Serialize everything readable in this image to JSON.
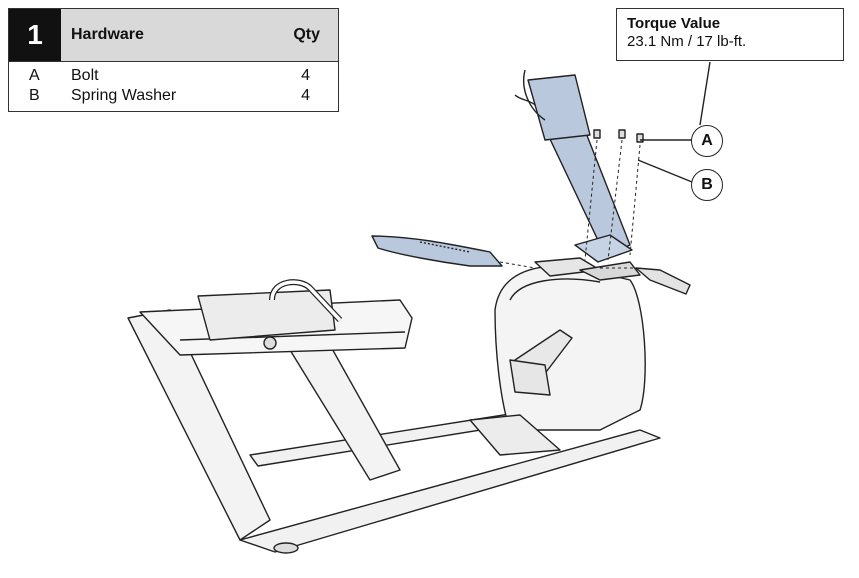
{
  "step_number": "1",
  "hardware_table": {
    "header": "Hardware",
    "qty_header": "Qty",
    "rows": [
      {
        "key": "A",
        "name": "Bolt",
        "qty": "4"
      },
      {
        "key": "B",
        "name": "Spring Washer",
        "qty": "4"
      }
    ]
  },
  "torque": {
    "title": "Torque Value",
    "value": "23.1 Nm / 17 lb-ft."
  },
  "callouts": {
    "a": "A",
    "b": "B"
  },
  "colors": {
    "part_highlight": "#b9c8dd",
    "line": "#222222"
  }
}
